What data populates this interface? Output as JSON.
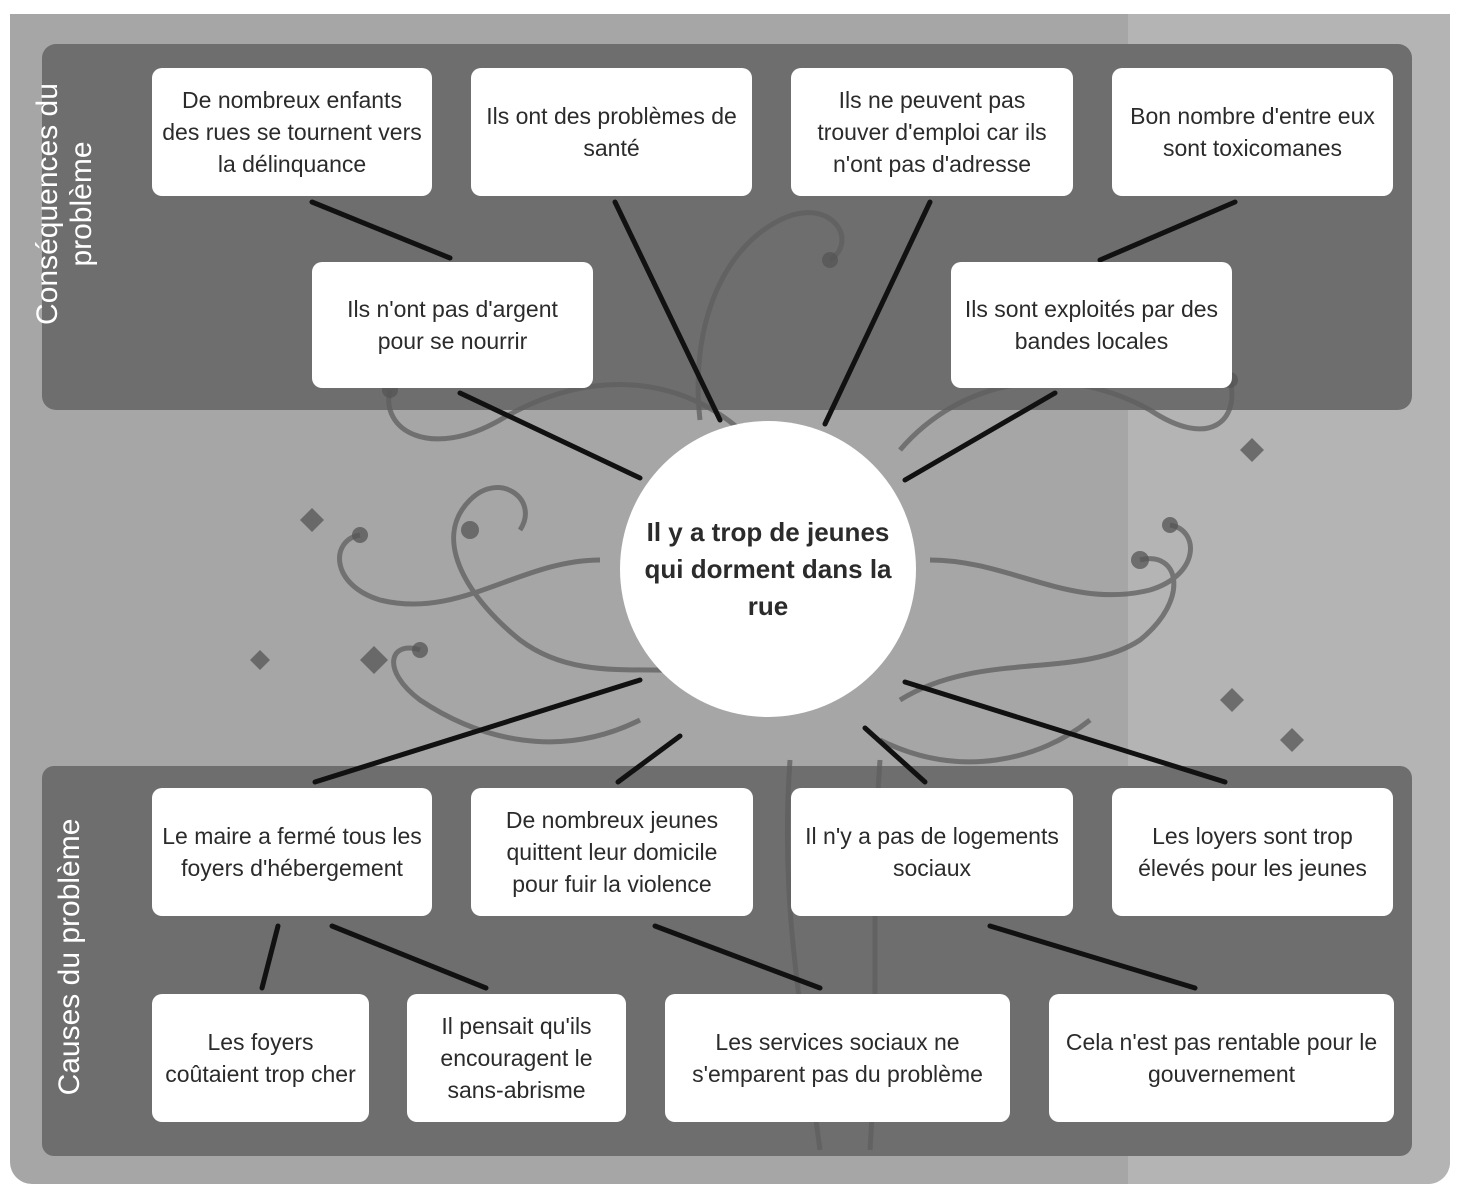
{
  "labels": {
    "consequences": "Conséquences du\nproblème",
    "causes": "Causes du problème"
  },
  "center": "Il y a trop de jeunes qui dorment dans la rue",
  "consequences": [
    "De nombreux enfants des rues se tournent vers la délinquance",
    "Ils ont des problèmes de santé",
    "Ils ne peuvent pas trouver d'emploi car ils n'ont pas d'adresse",
    "Bon nombre d'entre eux sont toxicomanes",
    "Ils n'ont pas d'argent pour se nourrir",
    "Ils sont exploités par des bandes locales"
  ],
  "causes": [
    "Le maire a fermé tous les foyers d'hébergement",
    "De nombreux jeunes quittent leur domicile pour fuir la violence",
    "Il n'y a pas de logements sociaux",
    "Les loyers sont trop élevés pour les jeunes"
  ],
  "sub_causes": [
    "Les foyers coûtaient trop cher",
    "Il pensait qu'ils encouragent le sans-abrisme",
    "Les services sociaux ne s'emparent pas du problème",
    "Cela n'est pas rentable pour le gouvernement"
  ],
  "colors": {
    "background": "#a6a6a6",
    "panel": "#6e6e6e",
    "box": "#ffffff",
    "connector": "#111111",
    "tree": "#5a5a5a"
  }
}
